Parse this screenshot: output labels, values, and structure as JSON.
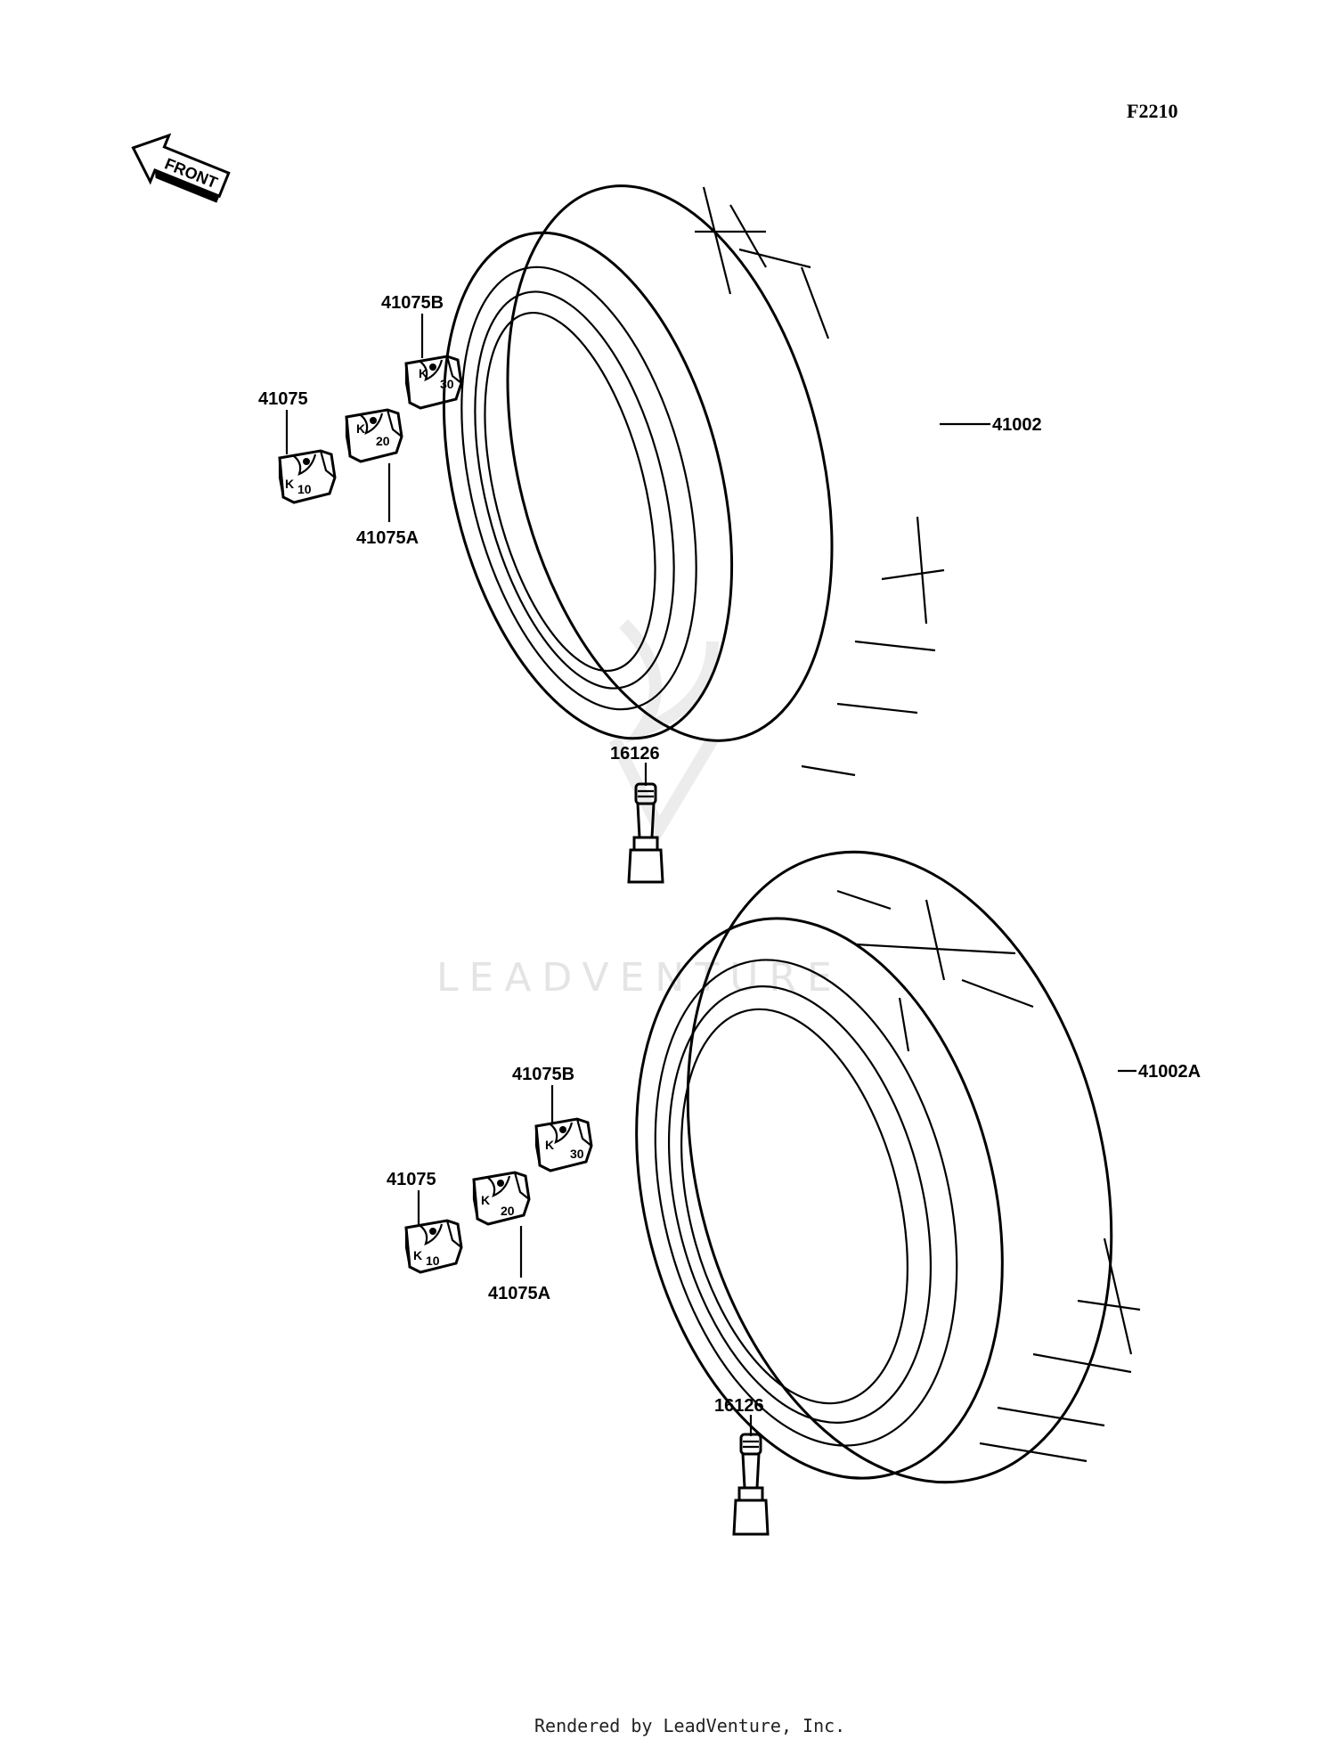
{
  "diagram_code": "F2210",
  "front_arrow_label": "FRONT",
  "watermark_text": "LEADVENTURE",
  "footer_text": "Rendered by LeadVenture, Inc.",
  "upper_group": {
    "tire_label": "41002",
    "weight_b_label": "41075B",
    "weight_label": "41075",
    "weight_a_label": "41075A",
    "valve_label": "16126"
  },
  "lower_group": {
    "tire_label": "41002A",
    "weight_b_label": "41075B",
    "weight_label": "41075",
    "weight_a_label": "41075A",
    "valve_label": "16126"
  },
  "weight_marks": {
    "b": "30",
    "a": "20",
    "plain": "10",
    "brand": "K"
  },
  "icons": [
    "front-arrow-icon",
    "tire-icon",
    "wheel-weight-icon",
    "valve-stem-icon"
  ]
}
